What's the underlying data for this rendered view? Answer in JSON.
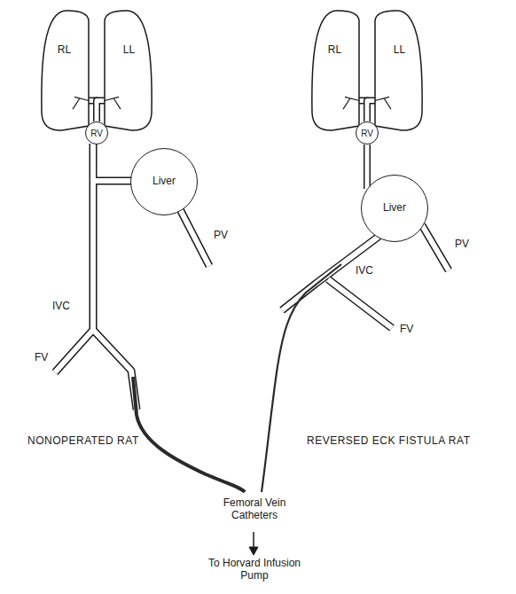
{
  "diagram": {
    "nodes": [
      {
        "text": [
          "RL"
        ]
      },
      {
        "text": [
          "LL"
        ]
      },
      {
        "text": [
          "RV"
        ]
      },
      {
        "text": [
          "Liver"
        ]
      },
      {
        "text": [
          "RL"
        ]
      },
      {
        "text": [
          "LL"
        ]
      },
      {
        "text": [
          "RV"
        ]
      },
      {
        "text": [
          "Liver"
        ]
      }
    ],
    "edges": [
      {
        "from": 2,
        "to": 0,
        "arrow": "none"
      },
      {
        "from": 2,
        "to": 1,
        "arrow": "none"
      },
      {
        "from": 6,
        "to": 4,
        "arrow": "none"
      },
      {
        "from": 6,
        "to": 5,
        "arrow": "none"
      },
      {
        "from": 7,
        "to": 6,
        "arrow": "none"
      }
    ],
    "labels": [
      "IVC",
      "PV",
      "FV",
      "IVC",
      "PV",
      "FV",
      "NONOPERATED RAT",
      "REVERSED ECK FISTULA RAT",
      "Femoral Vein Catheters",
      "To Horvard Infusion Pump"
    ]
  }
}
